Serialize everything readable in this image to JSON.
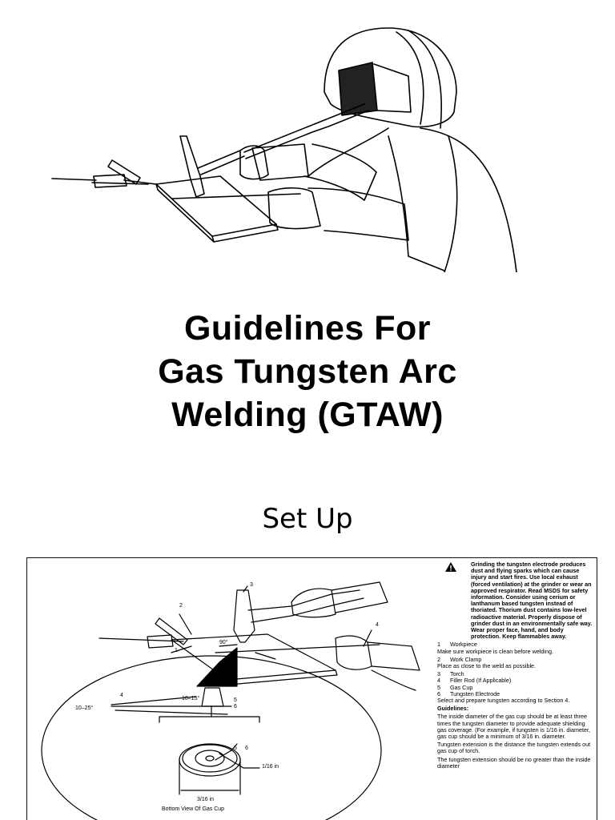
{
  "title": {
    "line1": "Guidelines For",
    "line2": "Gas Tungsten Arc",
    "line3": "Welding (GTAW)"
  },
  "section_heading": "Set Up",
  "diagram": {
    "callouts": [
      "1",
      "2",
      "3",
      "4",
      "5",
      "6"
    ],
    "angle_90": "90°",
    "angle_torch": "10–15°",
    "angle_rod": "10–25°",
    "dim_extension": "1/16 in",
    "dim_diameter": "3/16 in",
    "caption": "Bottom View Of Gas Cup"
  },
  "side_text": {
    "warning": "Grinding the tungsten electrode produces dust and flying sparks which can cause injury and start fires. Use local exhaust (forced ventilation) at the grinder or wear an approved respirator. Read MSDS for safety information. Consider using cerium or lanthanum based tungsten instead of thoriated. Thorium dust contains low-level radioactive material. Properly dispose of grinder dust in an environmentally safe way. Wear proper face, hand, and body protection. Keep flammables away.",
    "items": [
      {
        "num": "1",
        "label": "Workpiece"
      },
      {
        "num": "",
        "label": "Make sure workpiece is clean before welding."
      },
      {
        "num": "2",
        "label": "Work Clamp"
      },
      {
        "num": "",
        "label": "Place as close to the weld as possible."
      },
      {
        "num": "3",
        "label": "Torch"
      },
      {
        "num": "4",
        "label": "Filler Rod (If Applicable)"
      },
      {
        "num": "5",
        "label": "Gas Cup"
      },
      {
        "num": "6",
        "label": "Tungsten Electrode"
      }
    ],
    "select_text": "Select and prepare tungsten according to Section 4.",
    "guidelines_label": "Guidelines:",
    "para1": "The inside diameter of the gas cup should be at least three times the tungsten diameter to provide adequate shielding gas coverage. (For example, if tungsten is 1/16 in. diameter, gas cup should be a minimum of 3/16 in. diameter.",
    "para2": "Tungsten extension is the distance the tungsten extends out gas cup of torch.",
    "para3": "The tungsten extension should be no greater than the inside diameter"
  }
}
